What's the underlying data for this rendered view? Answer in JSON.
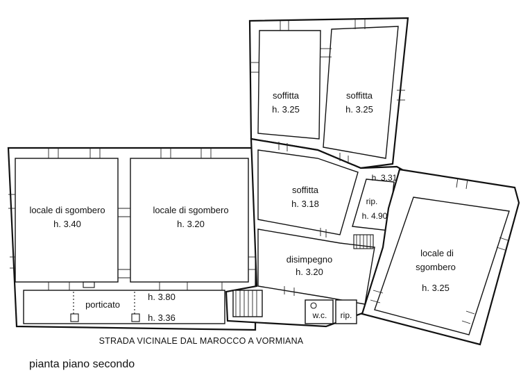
{
  "plan": {
    "rooms": [
      {
        "name": "locale di sgombero",
        "height": "h. 3.40"
      },
      {
        "name": "locale di sgombero",
        "height": "h. 3.20"
      },
      {
        "name": "soffitta",
        "height": "h. 3.25"
      },
      {
        "name": "soffitta",
        "height": "h. 3.25"
      },
      {
        "name": "soffitta",
        "height": "h. 3.18"
      },
      {
        "name": "rip.",
        "height": "h. 4.90"
      },
      {
        "name_line1": "locale di",
        "name_line2": "sgombero",
        "height": "h. 3.25"
      },
      {
        "name": "disimpegno",
        "height": "h. 3.20"
      },
      {
        "name": "porticato",
        "height_a": "h. 3.80",
        "height_b": "h. 3.36"
      },
      {
        "name": "w.c."
      },
      {
        "name": "rip."
      }
    ],
    "extra_heights": [
      "h. 3.31"
    ],
    "street": "STRADA VICINALE DAL MAROCCO A VORMIANA",
    "caption": "pianta piano secondo"
  }
}
